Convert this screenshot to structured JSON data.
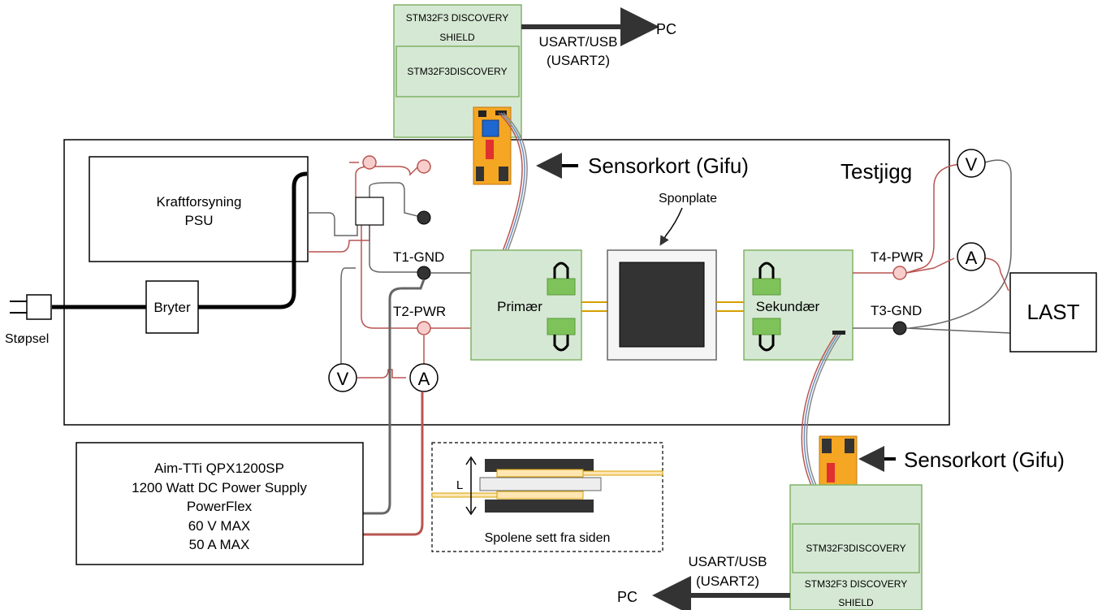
{
  "labels": {
    "testjigg": "Testjigg",
    "psu_line1": "Kraftforsyning",
    "psu_line2": "PSU",
    "bryter": "Bryter",
    "stopsel": "Støpsel",
    "t1": "T1-GND",
    "t2": "T2-PWR",
    "t3": "T3-GND",
    "t4": "T4-PWR",
    "primaer": "Primær",
    "sekundaer": "Sekundær",
    "sponplate": "Sponplate",
    "last": "LAST",
    "voltmeter": "V",
    "ammeter": "A",
    "sensor_top": "Sensorkort (Gifu)",
    "sensor_bottom": "Sensorkort (Gifu)"
  },
  "top_mcu": {
    "shield_line1": "STM32F3 DISCOVERY",
    "shield_line2": "SHIELD",
    "board": "STM32F3DISCOVERY",
    "link_line1": "USART/USB",
    "link_line2": "(USART2)",
    "target": "PC"
  },
  "bottom_mcu": {
    "shield_line1": "STM32F3 DISCOVERY",
    "shield_line2": "SHIELD",
    "board": "STM32F3DISCOVERY",
    "link_line1": "USART/USB",
    "link_line2": "(USART2)",
    "target": "PC"
  },
  "dc_supply": {
    "lines": [
      "Aim-TTi QPX1200SP",
      "1200 Watt DC Power Supply",
      "PowerFlex",
      "60 V MAX",
      "50 A MAX"
    ]
  },
  "side_view": {
    "caption": "Spolene sett fra siden",
    "dimension": "L"
  },
  "colors": {
    "green_fill": "#d5e8d4",
    "green_stroke": "#82b366",
    "pad_fill": "#7dc35a",
    "sensor_orange": "#f5a623",
    "wire_red": "#b85450",
    "wire_gray": "#555555",
    "node_pink": "#f8cecc",
    "node_dark": "#333333"
  }
}
